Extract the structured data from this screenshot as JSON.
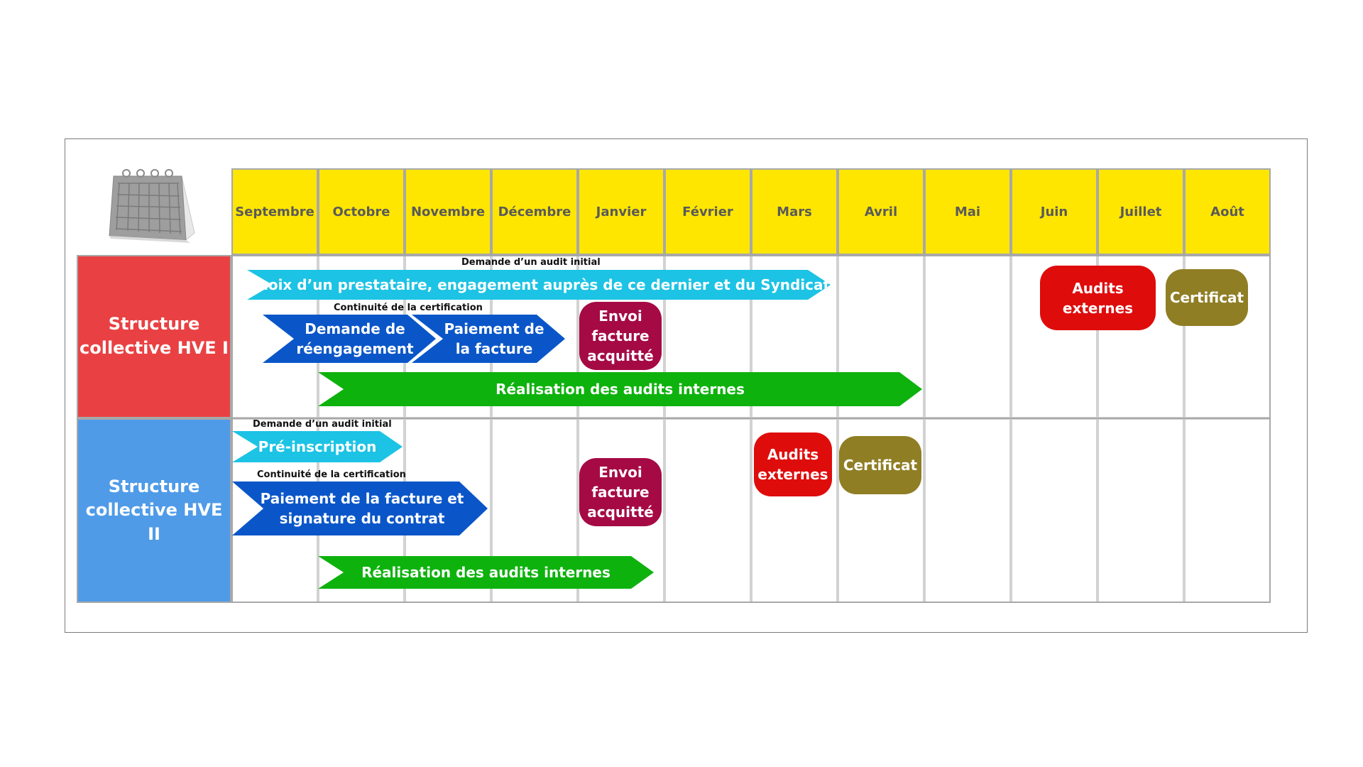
{
  "months": [
    "Septembre",
    "Octobre",
    "Novembre",
    "Décembre",
    "Janvier",
    "Février",
    "Mars",
    "Avril",
    "Mai",
    "Juin",
    "Juillet",
    "Août"
  ],
  "rows": {
    "hve1": {
      "label_line1": "Structure",
      "label_line2": "collective HVE I",
      "color": "#e94143"
    },
    "hve2": {
      "label_line1": "Structure",
      "label_line2": "collective HVE II",
      "color": "#4f9be8"
    }
  },
  "hve1": {
    "note_initial": "Demande d’un audit initial",
    "choice_arrow": "Choix d’un prestataire, engagement auprès de ce dernier et du Syndicat",
    "note_continuity": "Continuité de la certification",
    "reengagement_line1": "Demande de",
    "reengagement_line2": "réengagement",
    "payment_line1": "Paiement de",
    "payment_line2": "la facture",
    "invoice_line1": "Envoi",
    "invoice_line2": "facture",
    "invoice_line3": "acquitté",
    "internal_audits": "Réalisation des audits internes",
    "external_line1": "Audits",
    "external_line2": "externes",
    "certificate": "Certificat"
  },
  "hve2": {
    "note_initial": "Demande d’un audit initial",
    "preinscription": "Pré-inscription",
    "note_continuity": "Continuité de la certification",
    "payment_line1": "Paiement de la facture et",
    "payment_line2": "signature du contrat",
    "invoice_line1": "Envoi",
    "invoice_line2": "facture",
    "invoice_line3": "acquitté",
    "internal_audits": "Réalisation des audits internes",
    "external_line1": "Audits",
    "external_line2": "externes",
    "certificate": "Certificat"
  },
  "colors": {
    "header": "#ffe600",
    "cyan": "#1cc3e4",
    "blue": "#0a56c9",
    "green": "#0db20d",
    "wine": "#a50a45",
    "red": "#df0c0c",
    "olive": "#8f7e24"
  },
  "icons": {
    "calendar": "calendar-icon"
  }
}
